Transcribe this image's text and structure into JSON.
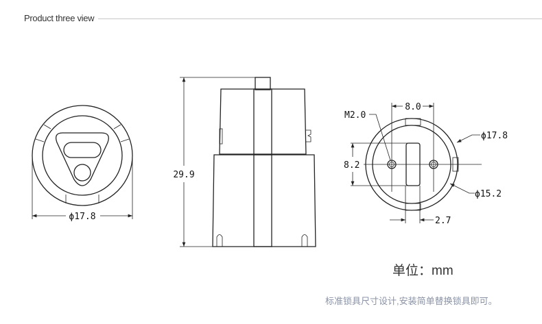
{
  "header": {
    "title": "Product three view"
  },
  "front_view": {
    "diameter_label": "ϕ17.8"
  },
  "side_view": {
    "height_label": "29.9"
  },
  "bottom_view": {
    "width_label": "8.0",
    "screw_label": "M2.0",
    "slot_height_label": "8.2",
    "outer_diameter_label": "ϕ17.8",
    "inner_diameter_label": "ϕ15.2",
    "slot_width_label": "2.7"
  },
  "footer": {
    "unit": "单位：mm",
    "note": "标准锁具尺寸设计,安装简单替换锁具即可。"
  }
}
